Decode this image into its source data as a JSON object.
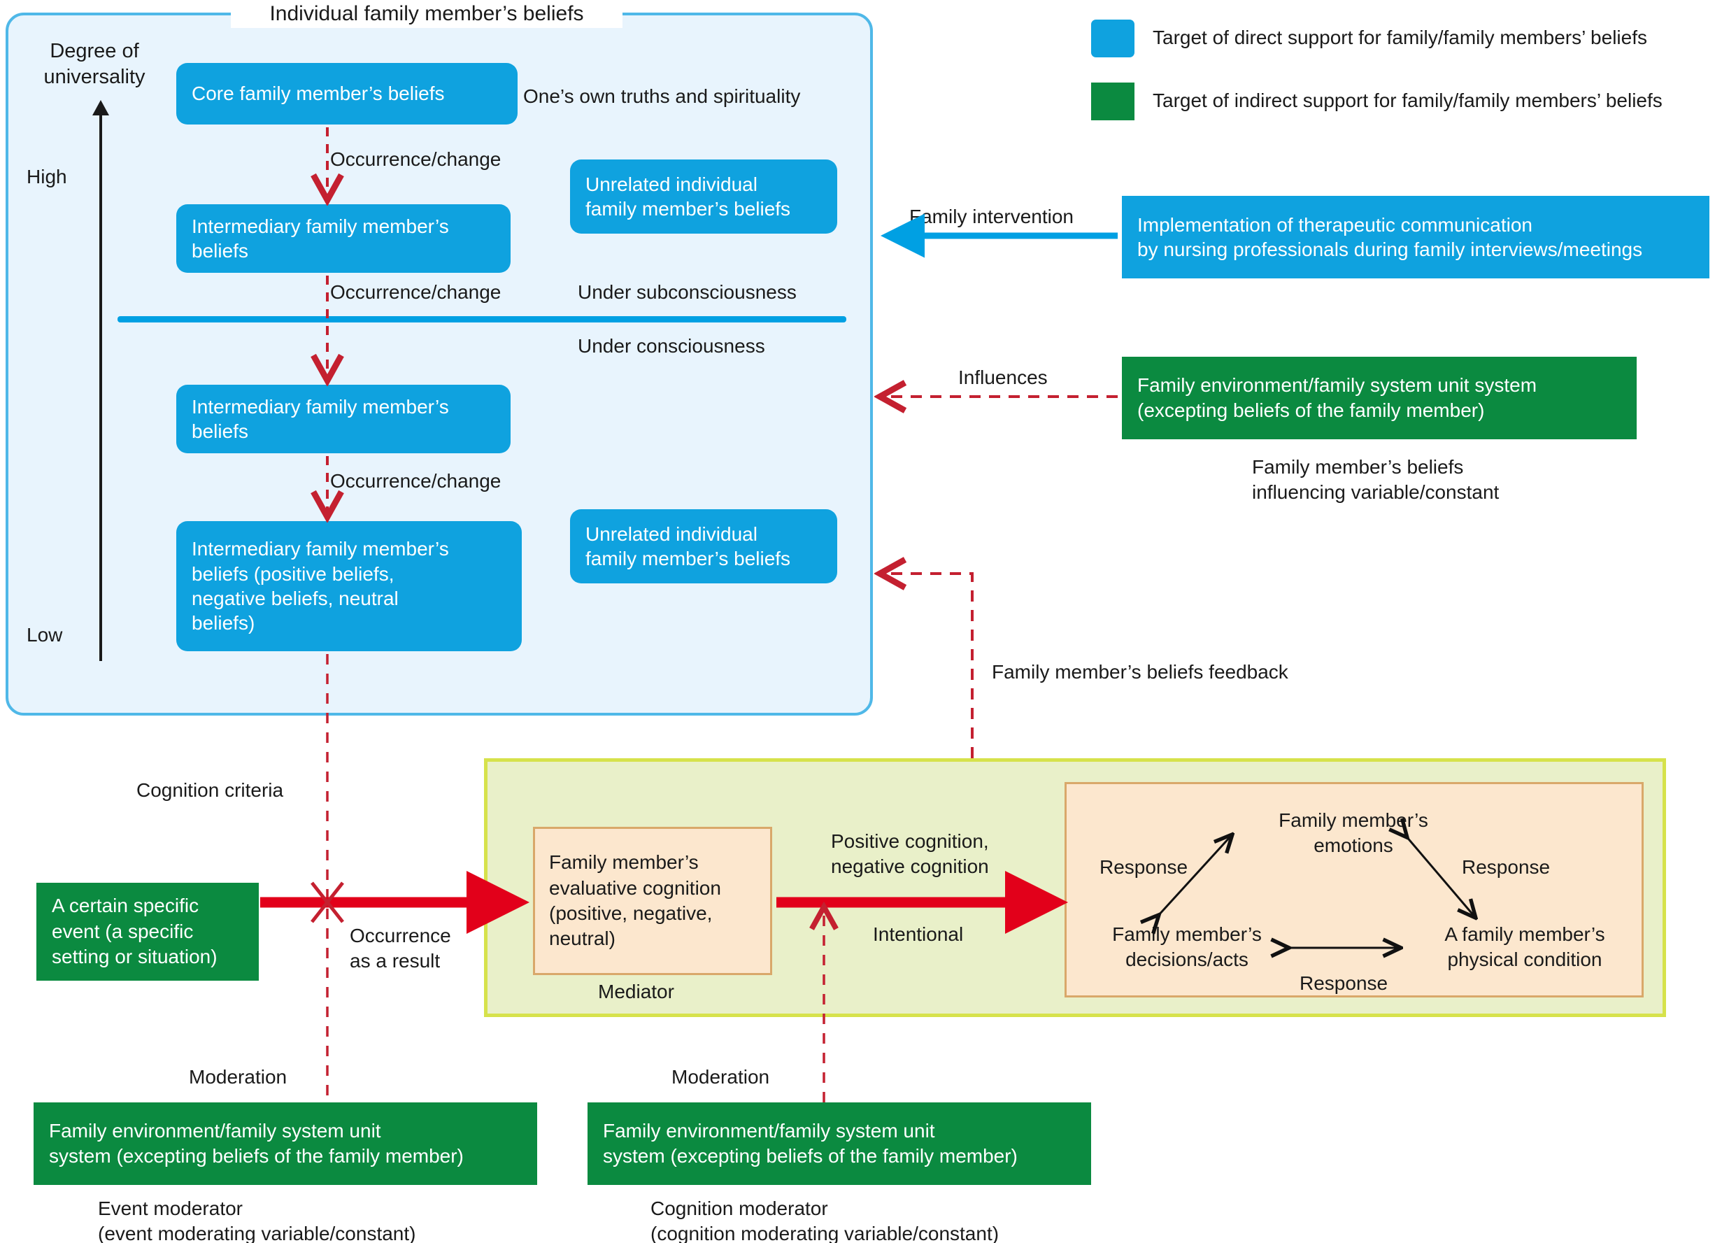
{
  "legend": {
    "items": [
      {
        "color": "#0FA2DF",
        "label": "Target of direct support for family/family members’ beliefs",
        "swatch": "blue-swatch"
      },
      {
        "color": "#0B8A40",
        "label": "Target of indirect support for family/family members’ beliefs",
        "swatch": "green-swatch"
      }
    ]
  },
  "blue_panel": {
    "title": "Individual family member’s beliefs",
    "axis": {
      "caption": "Degree of\nuniversality",
      "high_label": "High",
      "low_label": "Low"
    },
    "nodes": {
      "core_beliefs": "Core family member’s beliefs",
      "core_side_note": "One’s own truths and spirituality",
      "intermediary_1": "Intermediary family member’s\nbeliefs",
      "intermediary_2": "Intermediary family member’s\nbeliefs",
      "intermediary_3": "Intermediary family member’s\nbeliefs (positive beliefs,\nnegative beliefs, neutral\nbeliefs)",
      "unrelated_1": "Unrelated individual\nfamily member’s beliefs",
      "unrelated_2": "Unrelated individual\nfamily member’s beliefs"
    },
    "arrow_labels": {
      "occurrence_change_1": "Occurrence/change",
      "occurrence_change_2": "Occurrence/change",
      "occurrence_change_3": "Occurrence/change"
    },
    "consciousness": {
      "above": "Under subconsciousness",
      "below": "Under consciousness"
    }
  },
  "right_column": {
    "family_intervention_label": "Family intervention",
    "intervention_box": "Implementation of therapeutic communication\nby nursing professionals during family interviews/meetings",
    "influences_label": "Influences",
    "environment_box": "Family environment/family system unit system\n(excepting beliefs of the family member)",
    "environment_caption": "Family member’s beliefs\ninfluencing variable/constant",
    "feedback_label": "Family member’s beliefs feedback"
  },
  "bottom": {
    "cognition_criteria_label": "Cognition criteria",
    "event_box": "A certain specific\nevent (a specific\nsetting or situation)",
    "occurrence_result_label": "Occurrence\nas a result",
    "mediator_box": "Family member’s\nevaluative cognition\n(positive, negative,\nneutral)",
    "mediator_caption": "Mediator",
    "cognition_valence_label": "Positive cognition,\nnegative cognition",
    "intentional_label": "Intentional",
    "outcome": {
      "emotions": "Family member’s\nemotions",
      "decisions": "Family member’s\ndecisions/acts",
      "physical": "A family member’s\nphysical condition",
      "response_left": "Response",
      "response_right": "Response",
      "response_bottom": "Response"
    },
    "moderators": [
      {
        "moderation_label": "Moderation",
        "box": "Family environment/family system unit\nsystem (excepting beliefs of the family member)",
        "caption": "Event moderator\n(event moderating variable/constant)"
      },
      {
        "moderation_label": "Moderation",
        "box": "Family environment/family system unit\nsystem (excepting beliefs of the family member)",
        "caption": "Cognition moderator\n(cognition moderating variable/constant)"
      }
    ]
  },
  "colors": {
    "blue_node": "#0FA2DF",
    "green_node": "#0B8A40",
    "panel_bg": "#E8F4FD",
    "panel_border": "#4FB8E8",
    "olive_bg": "#E9F0C9",
    "olive_border": "#D6E24B",
    "peach_bg": "#FCE7CE",
    "peach_border": "#D9A86A",
    "red_arrow": "#E2001A",
    "dashed_red": "#C42030"
  }
}
